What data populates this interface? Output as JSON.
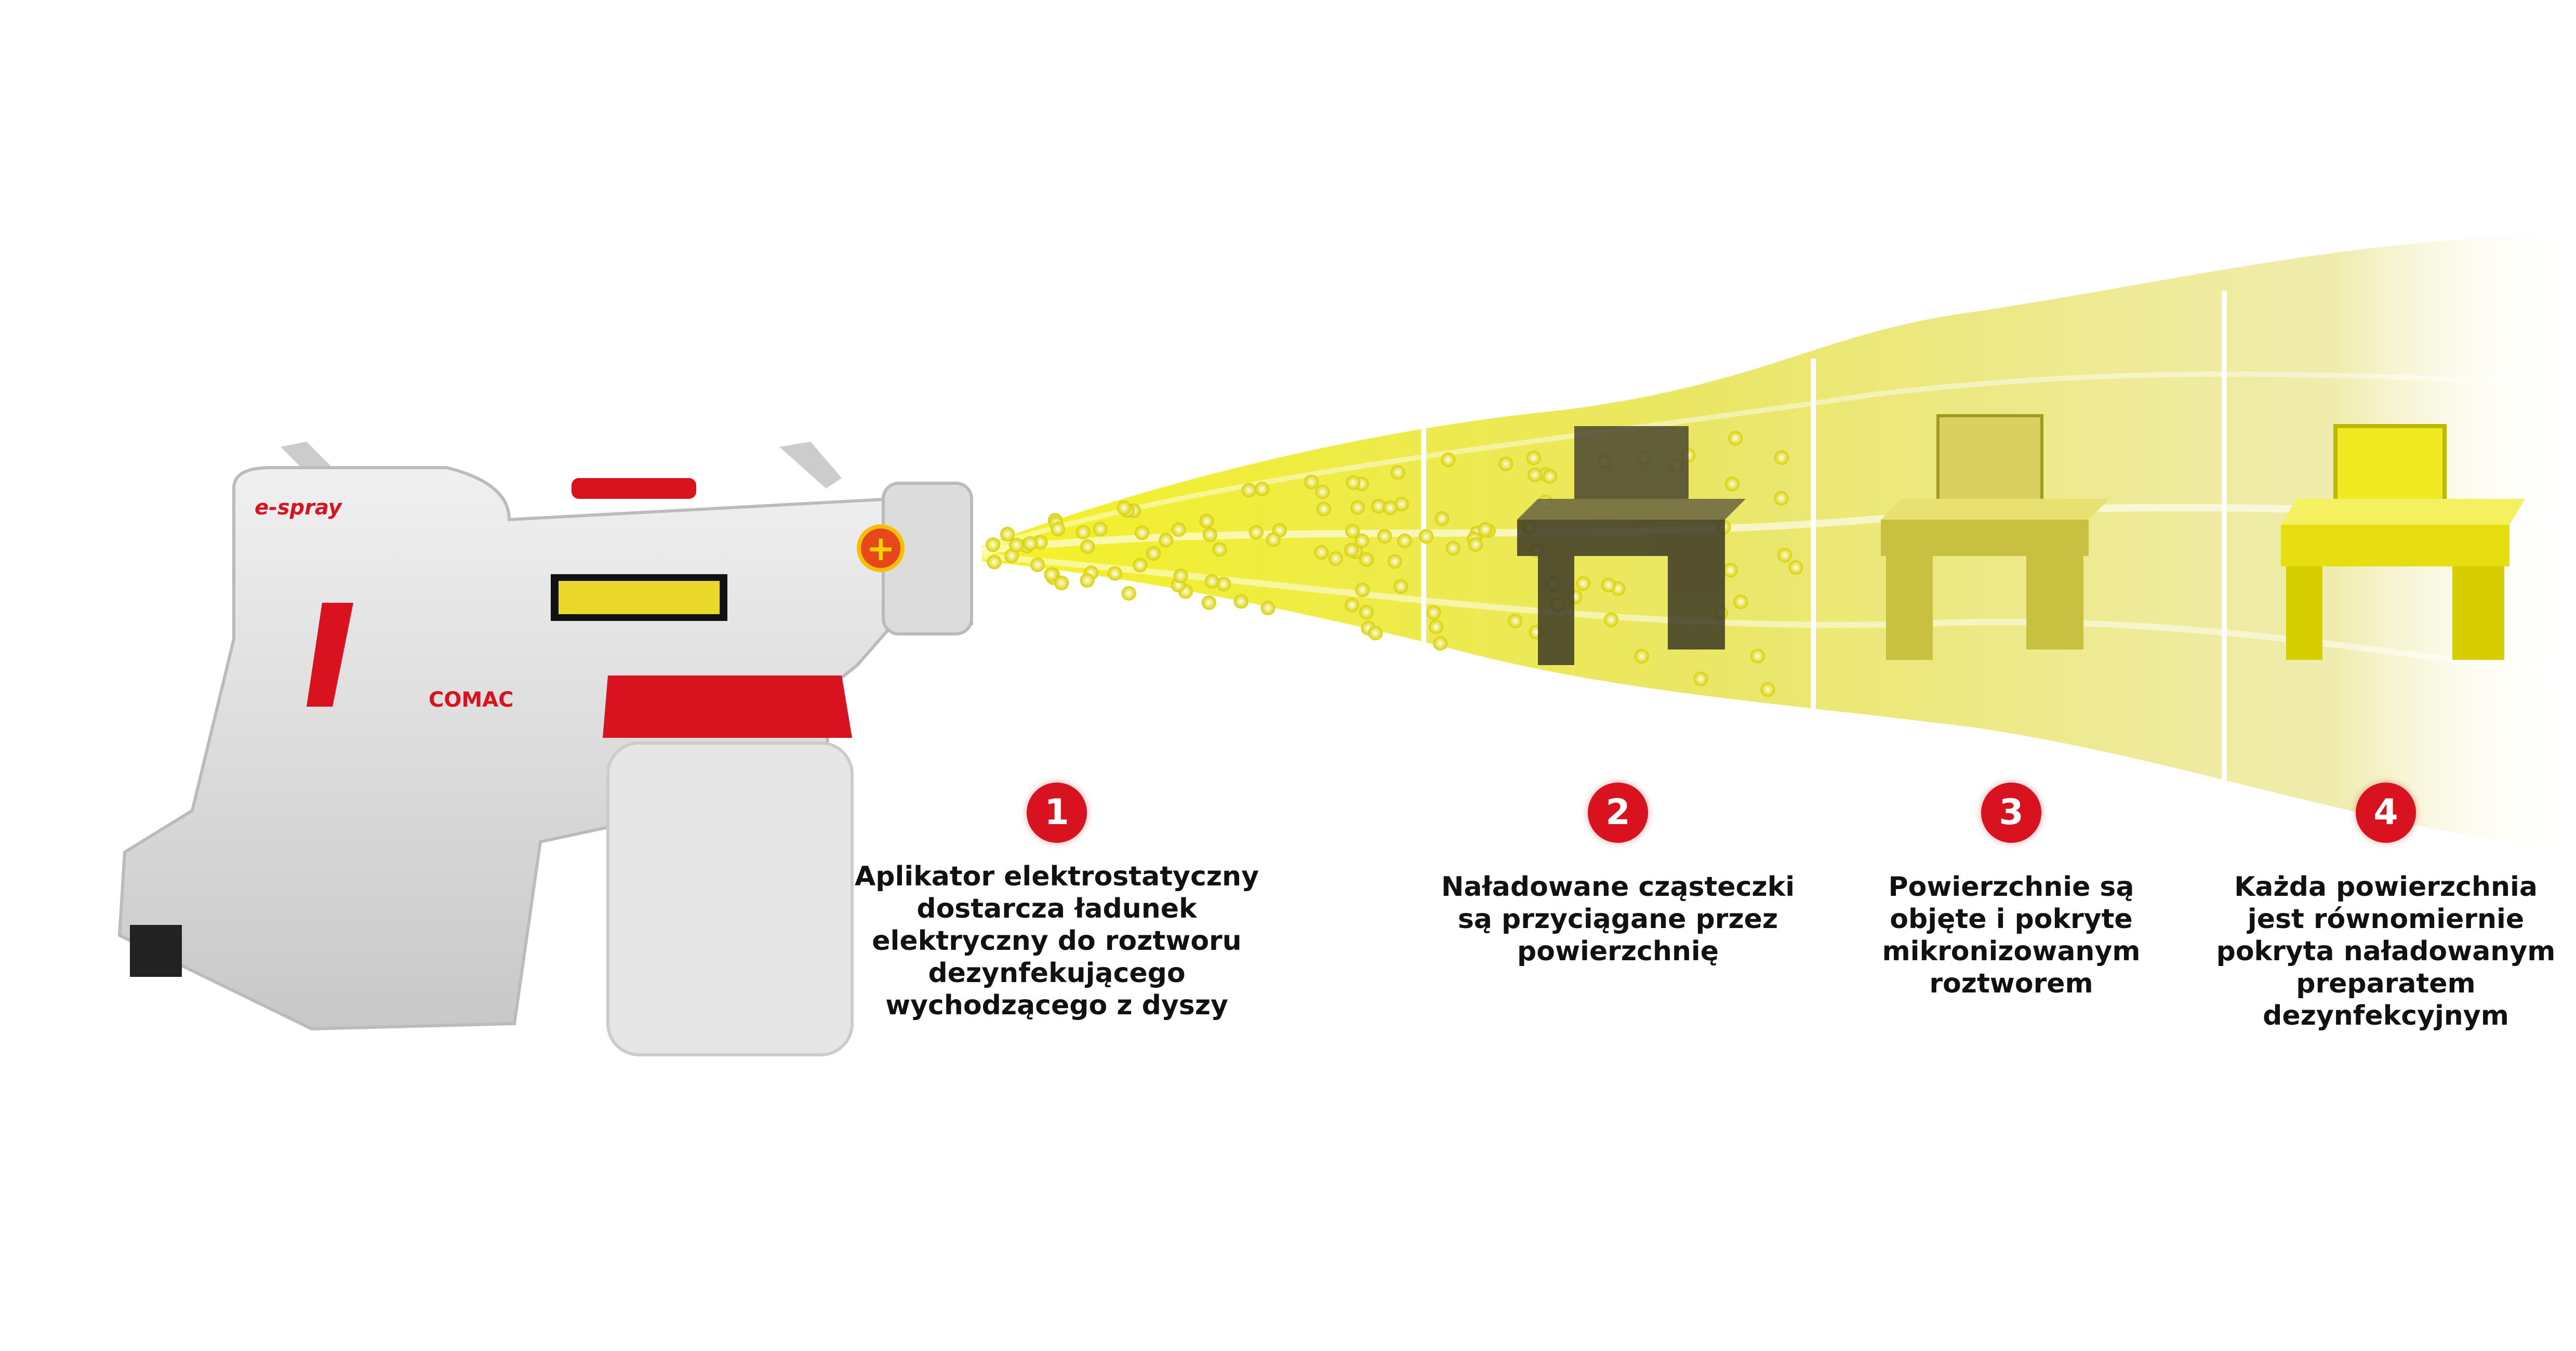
{
  "device": {
    "brand_logo": "e-spray",
    "maker_logo": "COMAC"
  },
  "colors": {
    "accent_red": "#d9121f",
    "spray_yellow": "#e8e23a",
    "body_gray": "#d9d9d9"
  },
  "steps": [
    {
      "number": "1",
      "text": "Aplikator elektrostatyczny\ndostarcza ładunek\nelektryczny do roztworu\ndezynfekującego\nwychodzącego z dyszy"
    },
    {
      "number": "2",
      "text": "Naładowane cząsteczki\nsą przyciągane przez\npowierzchnię"
    },
    {
      "number": "3",
      "text": "Powierzchnie są\nobjęte i pokryte\nmikronizowanym\nroztworem"
    },
    {
      "number": "4",
      "text": "Każda powierzchnia\njest równomiernie\npokryta naładowanym\npreparatem\ndezynfekcyjnym"
    }
  ]
}
